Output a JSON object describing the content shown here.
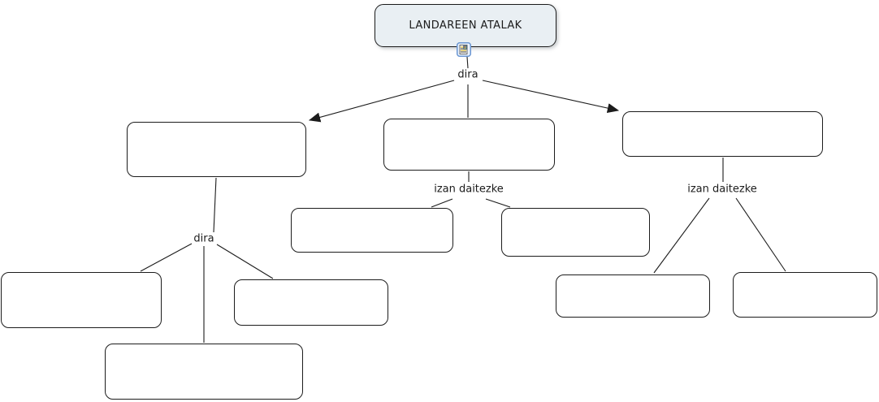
{
  "map": {
    "root": {
      "label": "LANDAREEN ATALAK"
    },
    "concepts": {
      "branch_left": {
        "label": ""
      },
      "branch_mid": {
        "label": ""
      },
      "branch_right": {
        "label": ""
      },
      "left_child_1": {
        "label": ""
      },
      "left_child_2": {
        "label": ""
      },
      "left_child_3": {
        "label": ""
      },
      "mid_child_1": {
        "label": ""
      },
      "mid_child_2": {
        "label": ""
      },
      "right_child_1": {
        "label": ""
      },
      "right_child_2": {
        "label": ""
      }
    },
    "linking_phrases": {
      "dira_top": {
        "label": "dira"
      },
      "dira_left": {
        "label": "dira"
      },
      "izan_daitezke_mid": {
        "label": "izan daitezke"
      },
      "izan_daitezke_right": {
        "label": "izan daitezke"
      }
    },
    "edges": [
      {
        "from": "root",
        "via": "dira_top",
        "to": [
          "branch_left",
          "branch_mid",
          "branch_right"
        ],
        "arrowheads": [
          "branch_left",
          "branch_right"
        ]
      },
      {
        "from": "branch_left",
        "via": "dira_left",
        "to": [
          "left_child_1",
          "left_child_3",
          "left_child_2"
        ],
        "arrowheads": []
      },
      {
        "from": "branch_mid",
        "via": "izan_daitezke_mid",
        "to": [
          "mid_child_1",
          "mid_child_2"
        ],
        "arrowheads": []
      },
      {
        "from": "branch_right",
        "via": "izan_daitezke_right",
        "to": [
          "right_child_1",
          "right_child_2"
        ],
        "arrowheads": []
      }
    ],
    "icons": {
      "root_resource": "resource-icon"
    },
    "colors": {
      "root_fill": "#e9eff3",
      "concept_fill": "#ffffff",
      "border": "#1c1c1c",
      "line": "#1c1c1c",
      "text": "#1b1b1b",
      "icon_border": "#6a96d2",
      "icon_fill": "#eaf2fc"
    }
  }
}
